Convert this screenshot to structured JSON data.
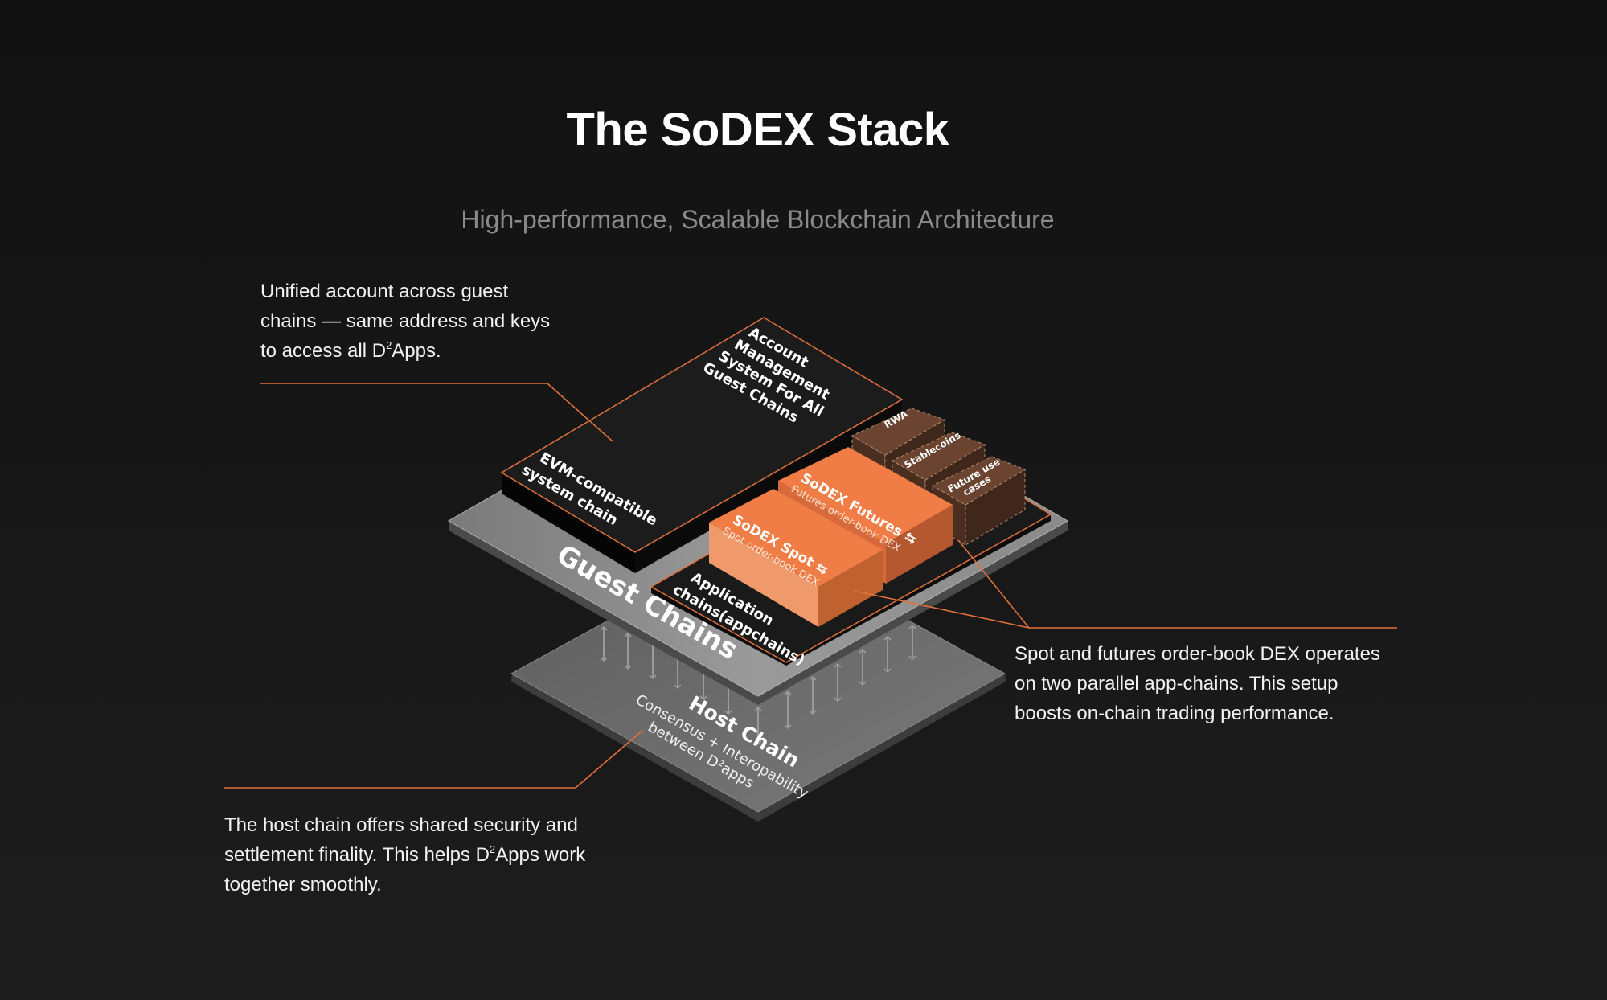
{
  "header": {
    "title": "The SoDEX Stack",
    "subtitle": "High-performance, Scalable Blockchain Architecture"
  },
  "callouts": {
    "account": {
      "line1": "Unified account across guest",
      "line2": "chains — same address and keys",
      "line3_pre": "to access all D",
      "sup": "2",
      "line3_post": "Apps."
    },
    "dex": {
      "line1": "Spot and futures order-book DEX operates",
      "line2": "on two parallel app-chains. This setup",
      "line3": "boosts on-chain trading performance."
    },
    "host": {
      "line1": "The host chain offers shared security and",
      "line2_pre": "settlement finality. This helps D",
      "sup": "2",
      "line2_post": "Apps work",
      "line3": "together smoothly."
    }
  },
  "diagram": {
    "host_chain": {
      "title": "Host Chain",
      "desc1": "Consensus + Interopability",
      "desc2": "between D²apps"
    },
    "guest_chains": {
      "title": "Guest Chains"
    },
    "account_block": {
      "line1": "Account",
      "line2": "Management",
      "line3": "System For All",
      "line4": "Guest Chains"
    },
    "evm_block": {
      "line1": "EVM-compatible",
      "line2": "system chain"
    },
    "appchains": {
      "line1": "Application",
      "line2": "chains(appchains)"
    },
    "spot": {
      "title": "SoDEX Spot ⇆",
      "sub": "Spot order-book DEX"
    },
    "futures": {
      "title": "SoDEX Futures ⇆",
      "sub": "Futures order-book DEX"
    },
    "future_blocks": [
      "RWA",
      "Stablecoins",
      "Future use",
      "cases"
    ]
  },
  "colors": {
    "background": "#151515",
    "accent_orange": "#ef7d45",
    "brown": "#5a3a28",
    "host_plate": "#6d6d6d",
    "guest_plate": "#8c8c8c",
    "dark_block": "#1c1c1c",
    "leader_line": "#e0713d"
  },
  "icons": [
    "up-down-arrow-icon",
    "swap-arrows-icon"
  ]
}
